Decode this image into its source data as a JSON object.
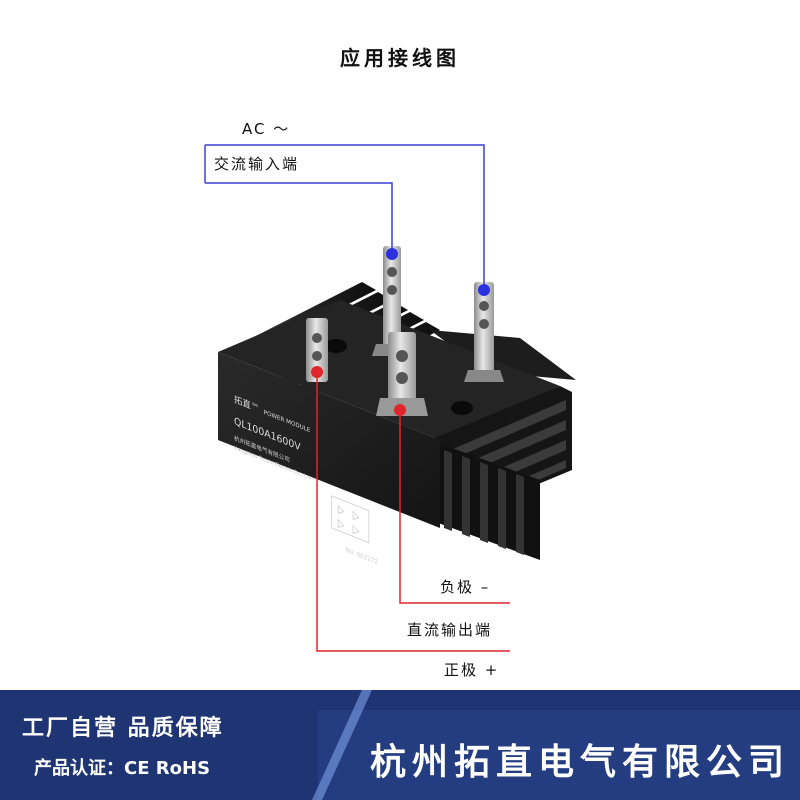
{
  "title": "应用接线图",
  "labels": {
    "ac": "AC ～",
    "ac_input": "交流输入端",
    "negative": "负极 –",
    "dc_output": "直流输出端",
    "positive": "正极 +"
  },
  "module": {
    "brand": "拓直™",
    "type": "POWER MODULE",
    "model": "QL100A1600V",
    "maker": "杭州拓直电气有限公司",
    "maker_en": "Hangzhou Tuozhi Electric Co., Ltd",
    "serial": "No. 002272"
  },
  "footer": {
    "slogan": "工厂自营  品质保障",
    "certification": "产品认证：CE RoHS",
    "company": "杭州拓直电气有限公司"
  },
  "colors": {
    "ac_wire": "#3a3fd6",
    "dc_wire": "#e0262a",
    "footer_bg": "#1f3472",
    "heatsink": "#1a1a1a"
  }
}
